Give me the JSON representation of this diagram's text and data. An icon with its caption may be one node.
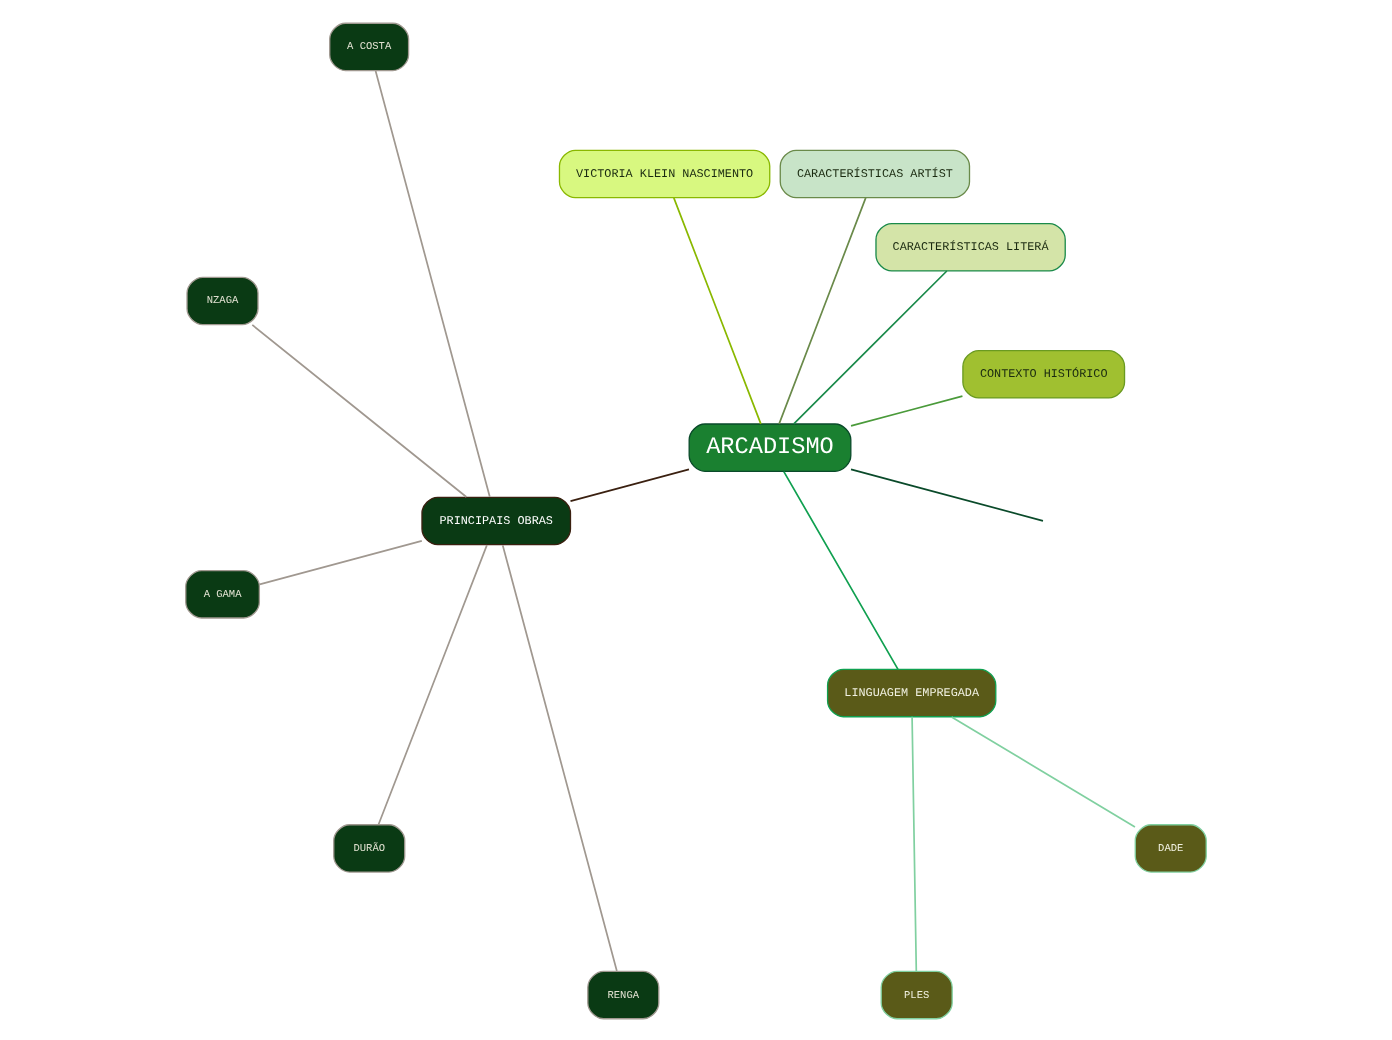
{
  "diagram": {
    "nodes": [
      {
        "text": [
          "ARCADISMO"
        ]
      },
      {
        "text": [
          "CONTEXTO HISTÓRICO"
        ]
      },
      {
        "text": [
          "CARACTERÍSTICAS LITERÁ"
        ]
      },
      {
        "text": [
          "CARACTERÍSTICAS ARTÍST"
        ]
      },
      {
        "text": [
          "VICTORIA KLEIN NASCIMENTO"
        ]
      },
      {
        "text": [
          "PRINCIPAIS OBRAS"
        ]
      },
      {
        "text": [
          "A COSTA"
        ]
      },
      {
        "text": [
          "NZAGA"
        ]
      },
      {
        "text": [
          "A GAMA"
        ]
      },
      {
        "text": [
          "DURÃO"
        ]
      },
      {
        "text": [
          "RENGA"
        ]
      },
      {
        "text": [
          "LINGUAGEM EMPREGADA"
        ]
      },
      {
        "text": [
          "PLES"
        ]
      },
      {
        "text": [
          "DADE"
        ]
      }
    ],
    "edges": [
      {
        "from": 0,
        "to": null,
        "arrow": "none",
        "color": "#0a4a2a"
      },
      {
        "from": 0,
        "to": 1,
        "arrow": "none",
        "color": "#4a9a3a"
      },
      {
        "from": 0,
        "to": 2,
        "arrow": "none",
        "color": "#1a8a4a"
      },
      {
        "from": 0,
        "to": 5,
        "arrow": "none",
        "color": "#3a2010"
      },
      {
        "from": 0,
        "to": 4,
        "arrow": "none",
        "color": "#8ab800"
      },
      {
        "from": 0,
        "to": 3,
        "arrow": "none",
        "color": "#6a8a4a"
      },
      {
        "from": 0,
        "to": 11,
        "arrow": "none",
        "color": "#10a050"
      },
      {
        "from": 5,
        "to": 6,
        "arrow": "none",
        "color": "#a09890"
      },
      {
        "from": 5,
        "to": 7,
        "arrow": "none",
        "color": "#a09890"
      },
      {
        "from": 5,
        "to": 8,
        "arrow": "none",
        "color": "#a09890"
      },
      {
        "from": 5,
        "to": 9,
        "arrow": "none",
        "color": "#a09890"
      },
      {
        "from": 5,
        "to": 10,
        "arrow": "none",
        "color": "#a09890"
      },
      {
        "from": 11,
        "to": 12,
        "arrow": "none",
        "color": "#80d0a0"
      },
      {
        "from": 11,
        "to": 13,
        "arrow": "none",
        "color": "#80d0a0"
      }
    ]
  }
}
